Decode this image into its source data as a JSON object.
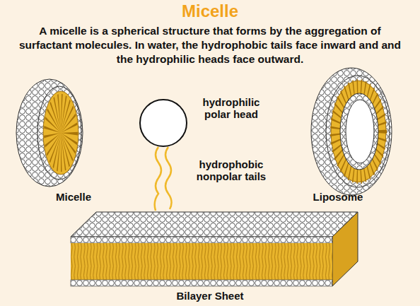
{
  "diagram": {
    "title": "Micelle",
    "labels": [
      "A micelle is a spherical structure that forms by the aggregation of surfactant molecules. In water, the hydrophobic tails face inward and and the hydrophilic heads face outward.",
      "hydrophilic polar head",
      "hydrophobic nonpolar tails",
      "Micelle",
      "Liposome",
      "Bilayer Sheet"
    ]
  }
}
